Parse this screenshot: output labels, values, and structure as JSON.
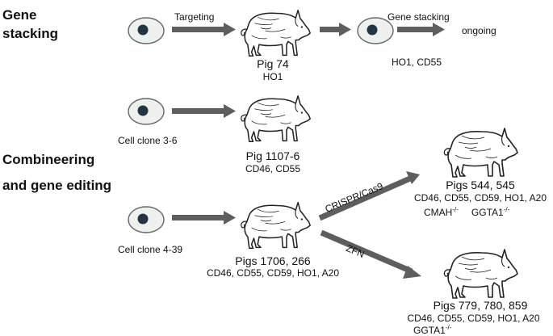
{
  "headings": {
    "gene_stacking": [
      "Gene",
      "stacking"
    ],
    "combineering": [
      "Combineering",
      "and gene editing"
    ]
  },
  "arrow_labels": {
    "targeting": "Targeting",
    "gene_stacking": "Gene stacking",
    "crispr": "CRISPR/Cas9",
    "zfn": "ZFN"
  },
  "ongoing": "ongoing",
  "stack_genes": "HO1, CD55",
  "cell_clones": {
    "clone_3_6": "Cell clone 3-6",
    "clone_4_39": "Cell clone 4-39"
  },
  "pigs": {
    "pig74": {
      "name": "Pig 74",
      "genes": "HO1"
    },
    "pig1107": {
      "name": "Pig 1107-6",
      "genes": "CD46, CD55"
    },
    "pig1706": {
      "name": "Pigs 1706, 266",
      "genes": "CD46, CD55, CD59, HO1, A20"
    },
    "pig544": {
      "name": "Pigs 544, 545",
      "genes": "CD46, CD55, CD59, HO1, A20",
      "ko1": "CMAH",
      "ko1_sup": "-/-",
      "ko2": "GGTA1",
      "ko2_sup": "-/-"
    },
    "pig779": {
      "name": "Pigs 779, 780, 859",
      "genes": "CD46, CD55, CD59, HO1, A20",
      "ko1": "GGTA1",
      "ko1_sup": "-/-"
    }
  },
  "colors": {
    "arrow": "#5e5e5e",
    "cell_fill": "#eef2ee",
    "nucleus": "#233545",
    "pig_line": "#222222"
  }
}
